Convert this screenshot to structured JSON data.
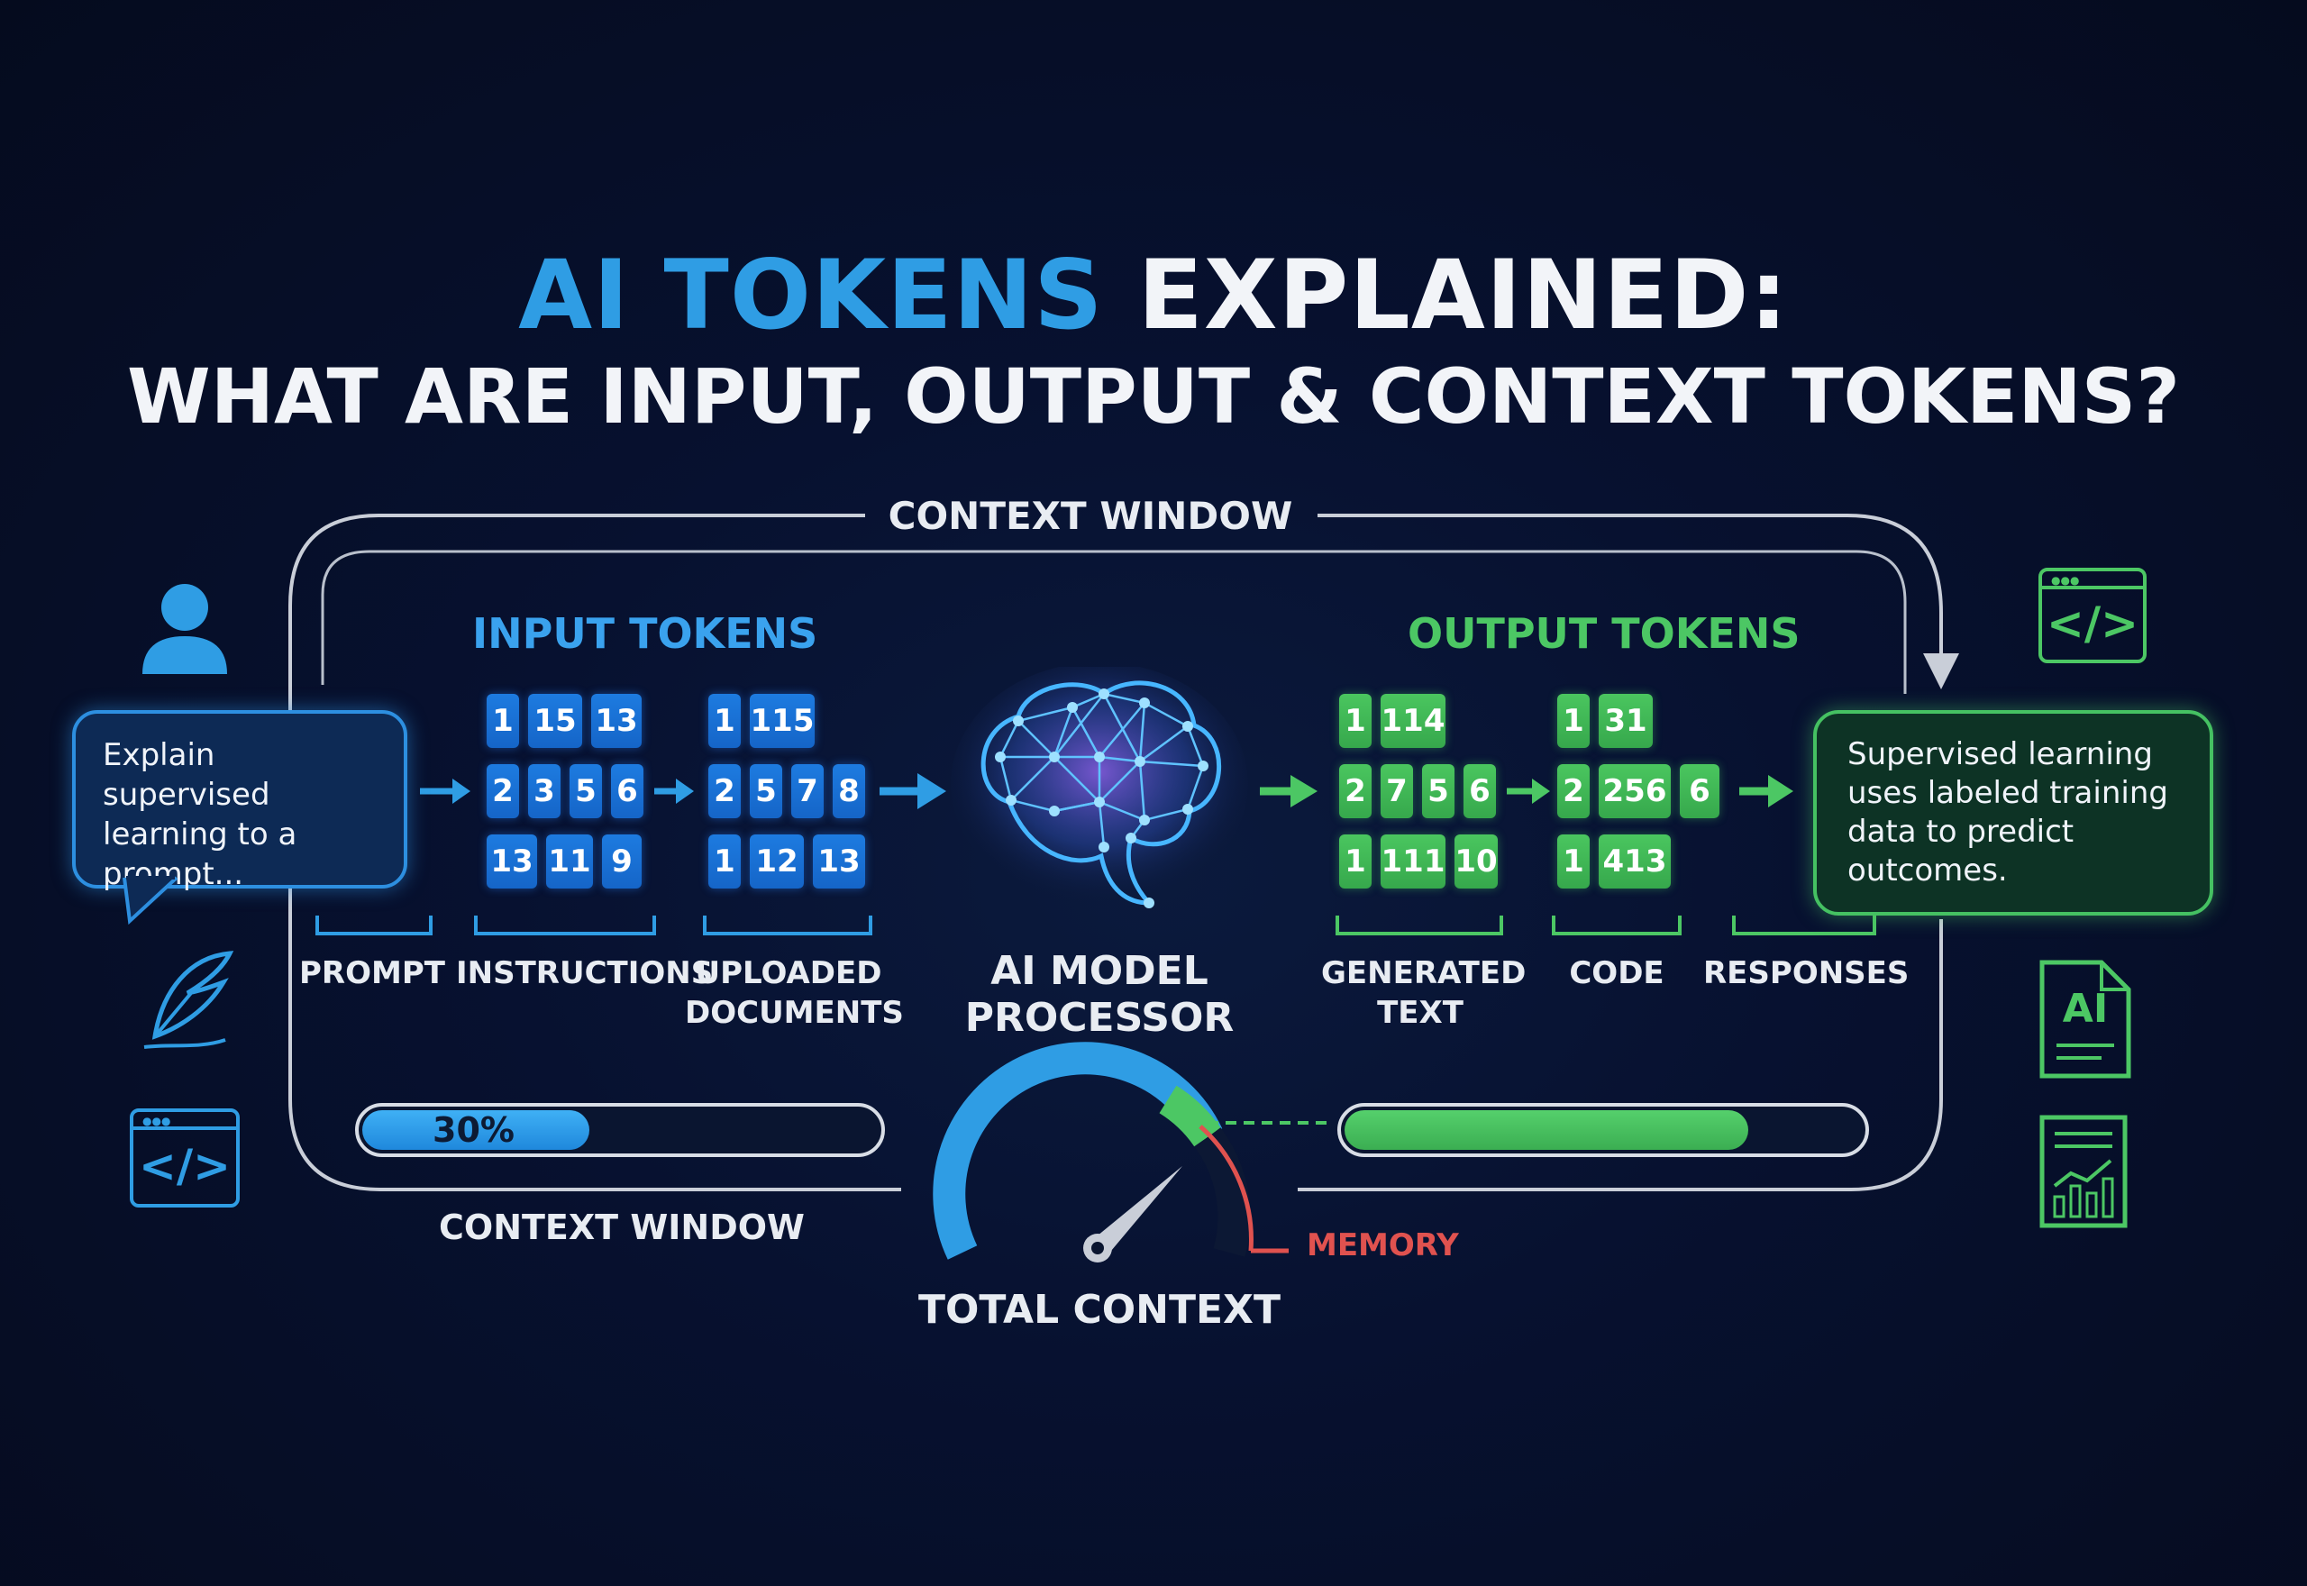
{
  "title": {
    "highlight": "AI TOKENS",
    "rest": " EXPLAINED:",
    "subtitle": "WHAT ARE INPUT, OUTPUT & CONTEXT TOKENS?"
  },
  "context_window_top_label": "CONTEXT WINDOW",
  "input_section": {
    "header": "INPUT TOKENS",
    "prompt_text": "Explain supervised learning to a prompt...",
    "groups": [
      {
        "label": "PROMPT"
      },
      {
        "label": "INSTRUCTIONS",
        "rows": [
          [
            "1",
            "15",
            "13"
          ],
          [
            "2",
            "3",
            "5",
            "6"
          ],
          [
            "13",
            "11",
            "9"
          ]
        ]
      },
      {
        "label": "UPLOADED DOCUMENTS",
        "rows": [
          [
            "1",
            "115"
          ],
          [
            "2",
            "5",
            "7",
            "8"
          ],
          [
            "1",
            "12",
            "13"
          ]
        ]
      }
    ]
  },
  "processor": {
    "label": "AI MODEL PROCESSOR"
  },
  "output_section": {
    "header": "OUTPUT TOKENS",
    "response_text": "Supervised learning uses labeled training data to predict outcomes.",
    "groups": [
      {
        "label": "GENERATED TEXT",
        "rows": [
          [
            "1",
            "114"
          ],
          [
            "2",
            "7",
            "5",
            "6"
          ],
          [
            "1",
            "111",
            "10"
          ]
        ]
      },
      {
        "label": "CODE",
        "rows": [
          [
            "1",
            "31"
          ],
          [
            "2",
            "256",
            "6"
          ],
          [
            "1",
            "413"
          ]
        ]
      },
      {
        "label": "RESPONSES"
      }
    ]
  },
  "context_bar": {
    "percent_label": "30%",
    "fill_fraction": 0.44,
    "label": "CONTEXT WINDOW"
  },
  "output_bar": {
    "fill_fraction": 0.78
  },
  "gauge": {
    "label": "TOTAL CONTEXT",
    "memory_label": "MEMORY"
  },
  "icons": {
    "left": [
      "user-icon",
      "quill-icon",
      "code-window-icon"
    ],
    "right": [
      "code-window-icon",
      "ai-document-icon",
      "analytics-report-icon"
    ],
    "document_badge": "AI"
  },
  "colors": {
    "input": "#2f9de4",
    "output": "#4cc764",
    "memory": "#e0524f",
    "background": "#060d22"
  }
}
